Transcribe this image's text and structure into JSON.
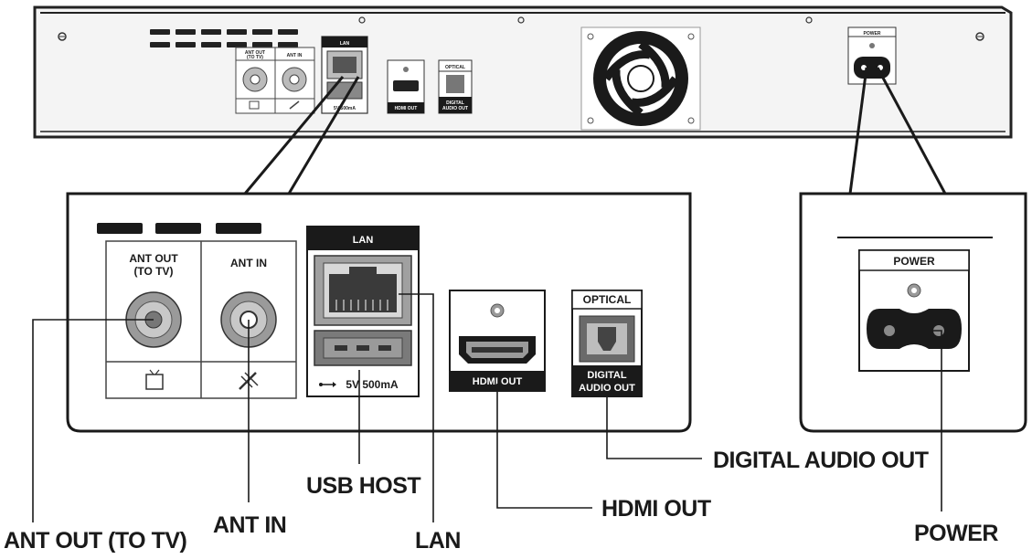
{
  "callouts": {
    "ant_out": "ANT OUT (TO TV)",
    "ant_in": "ANT IN",
    "usb_host": "USB HOST",
    "lan": "LAN",
    "hdmi_out": "HDMI OUT",
    "digital_audio_out": "DIGITAL AUDIO OUT",
    "power": "POWER"
  },
  "panel": {
    "ant_out_line1": "ANT OUT",
    "ant_out_line2": "(TO TV)",
    "ant_in": "ANT IN",
    "lan": "LAN",
    "usb_rating": "5V 500mA",
    "hdmi_out": "HDMI OUT",
    "optical": "OPTICAL",
    "digital_line1": "DIGITAL",
    "digital_line2": "AUDIO OUT",
    "power": "POWER"
  },
  "device_tiny": {
    "ant_out_line1": "ANT OUT",
    "ant_out_line2": "(TO TV)",
    "ant_in": "ANT IN",
    "lan": "LAN",
    "usb_rating": "5V 500mA",
    "hdmi_out": "HDMI OUT",
    "optical": "OPTICAL",
    "digital_line1": "DIGITAL",
    "digital_line2": "AUDIO OUT",
    "power": "POWER"
  },
  "icons": {
    "tv": "tv-icon",
    "antenna": "antenna-icon",
    "usb": "usb-icon",
    "fan": "fan-icon",
    "screw": "screw-icon"
  }
}
